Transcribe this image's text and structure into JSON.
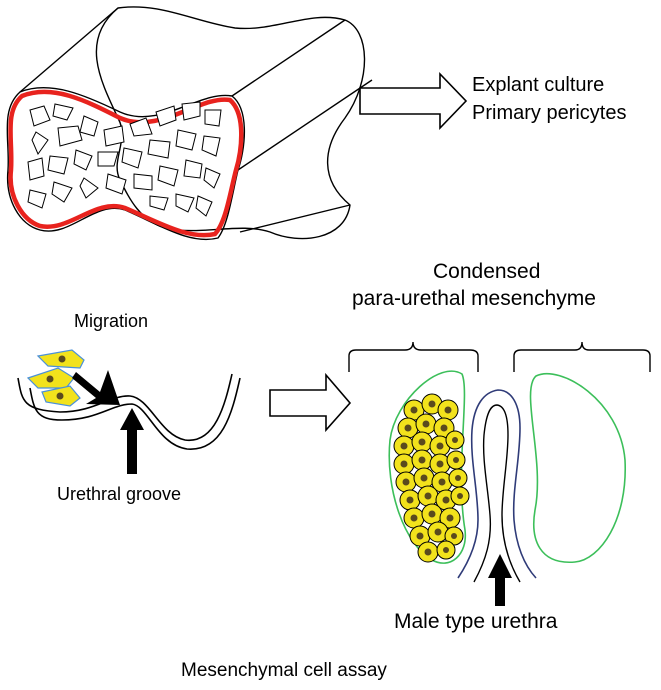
{
  "labels": {
    "explant_culture": "Explant culture",
    "primary_pericytes": "Primary pericytes",
    "condensed": "Condensed",
    "para_urethal_mesenchyme": "para-urethal mesenchyme",
    "migration": "Migration",
    "urethral_groove": "Urethral groove",
    "male_type_urethra": "Male type urethra",
    "mesenchymal_cell_assay": "Mesenchymal cell assay"
  },
  "colors": {
    "outline": "#000000",
    "tissue_boundary": "#e8231e",
    "mesenchyme_outline": "#3cbf5a",
    "urethra_inner_line": "#2f3b78",
    "cell_fill": "#f2e21c",
    "cell_nucleus": "#5a4a1e",
    "migrating_cell_edge": "#4a90d9"
  },
  "icons": {
    "process_arrow": "hollow-right-arrow",
    "pointer_arrow": "solid-up-arrow"
  }
}
